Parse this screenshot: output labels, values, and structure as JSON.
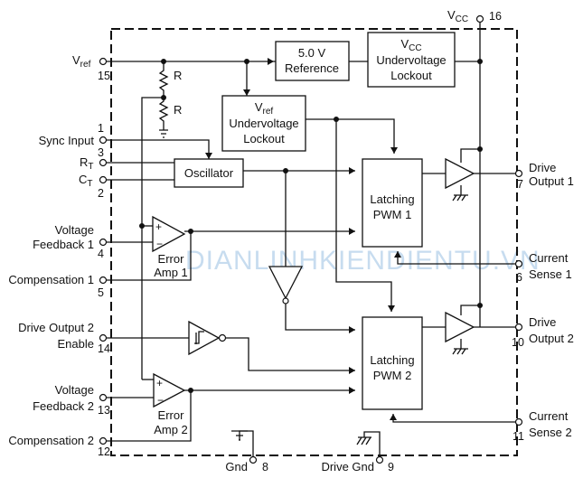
{
  "chip_boundary": "dashed-outline",
  "watermark": "DIANLINHKIENDIENTU.VN",
  "watermark_color": "#3a86c8",
  "blocks": {
    "ref": [
      "5.0 V",
      "Reference"
    ],
    "vcc_uvlo": [
      "Undervoltage",
      "Lockout"
    ],
    "vref_uvlo": [
      "Undervoltage",
      "Lockout"
    ],
    "oscillator": "Oscillator",
    "pwm1": [
      "Latching",
      "PWM 1"
    ],
    "pwm2": [
      "Latching",
      "PWM 2"
    ],
    "error_amp_1": [
      "Error",
      "Amp 1"
    ],
    "error_amp_2": [
      "Error",
      "Amp 2"
    ]
  },
  "pins": {
    "vcc": {
      "label": "V",
      "sub": "CC",
      "num": "16"
    },
    "vref": {
      "label": "V",
      "sub": "ref",
      "num": "15"
    },
    "sync_input": {
      "label": "Sync Input",
      "num": "1"
    },
    "rt": {
      "label": "R",
      "sub": "T",
      "num": "3"
    },
    "ct": {
      "label": "C",
      "sub": "T",
      "num": "2"
    },
    "voltage_feedback_1": {
      "label": [
        "Voltage",
        "Feedback 1"
      ],
      "num": "4"
    },
    "compensation_1": {
      "label": "Compensation 1",
      "num": "5"
    },
    "drive_output_2_enable": {
      "label": [
        "Drive Output 2",
        "Enable"
      ],
      "num": "14"
    },
    "voltage_feedback_2": {
      "label": [
        "Voltage",
        "Feedback 2"
      ],
      "num": "13"
    },
    "compensation_2": {
      "label": "Compensation 2",
      "num": "12"
    },
    "gnd": {
      "label": "Gnd",
      "num": "8"
    },
    "drive_gnd": {
      "label": "Drive Gnd",
      "num": "9"
    },
    "drive_output_1": {
      "label": [
        "Drive",
        "Output 1"
      ],
      "num": "7"
    },
    "current_sense_1": {
      "label": [
        "Current",
        "Sense 1"
      ],
      "num": "6"
    },
    "drive_output_2": {
      "label": [
        "Drive",
        "Output 2"
      ],
      "num": "10"
    },
    "current_sense_2": {
      "label": [
        "Current",
        "Sense 2"
      ],
      "num": "11"
    }
  },
  "resistors": [
    "R",
    "R"
  ],
  "blocks_subs": {
    "vcc_uvlo": {
      "label": "V",
      "sub": "CC"
    },
    "vref_uvlo": {
      "label": "V",
      "sub": "ref"
    }
  },
  "amp_signs": [
    "+",
    "−",
    "+",
    "−"
  ]
}
